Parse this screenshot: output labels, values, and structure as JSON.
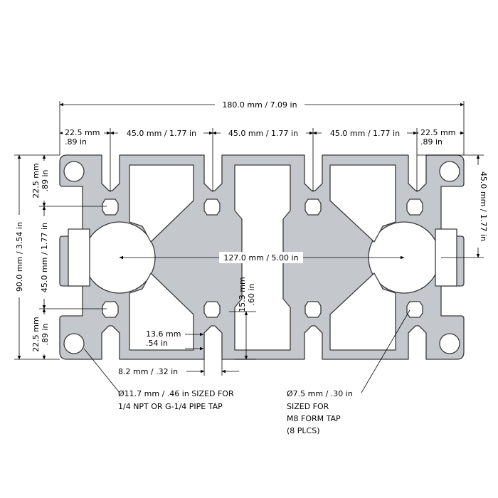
{
  "dimensions": {
    "overall_width": "180.0 mm / 7.09 in",
    "overall_height": "90.0 mm / 3.54 in",
    "top_left_edge_mm": "22.5 mm",
    "top_left_edge_in": ".89 in",
    "top_right_edge_mm": "22.5 mm",
    "top_right_edge_in": ".89 in",
    "pitch_1": "45.0 mm / 1.77 in",
    "pitch_2": "45.0 mm / 1.77 in",
    "pitch_3": "45.0 mm / 1.77 in",
    "left_top_edge_mm": "22.5 mm",
    "left_top_edge_in": ".89 in",
    "left_pitch": "45.0 mm / 1.77 in",
    "left_bottom_edge_mm": "22.5 mm",
    "left_bottom_edge_in": ".89 in",
    "right_pitch": "45.0 mm / 1.77 in",
    "bore_spacing": "127.0 mm / 5.00 in",
    "slot_depth_mm": "15.3 mm",
    "slot_depth_in": ".60 in",
    "slot_inner_mm": "13.6 mm",
    "slot_inner_in": ".54 in",
    "slot_opening": "8.2 mm / .32 in"
  },
  "notes": {
    "large_hole_line1": "Ø11.7 mm / .46 in SIZED FOR",
    "large_hole_line2": "1/4 NPT OR G-1/4 PIPE TAP",
    "small_hole_line1": "Ø7.5 mm / .30 in",
    "small_hole_line2": "SIZED FOR",
    "small_hole_line3": "M8 FORM TAP",
    "small_hole_line4": "(8 PLCS)"
  },
  "colors": {
    "profile_fill": "#c4c8cc",
    "profile_stroke": "#3a3a3a",
    "dimension_line": "#000000"
  }
}
